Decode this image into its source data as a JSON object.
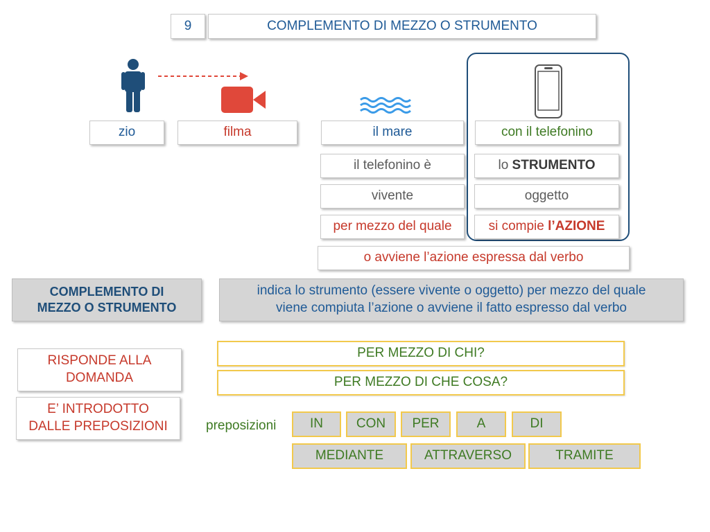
{
  "header": {
    "number": "9",
    "title": "COMPLEMENTO DI MEZZO O STRUMENTO"
  },
  "icons": {
    "person": "person-icon",
    "arrow": "dashed-arrow-icon",
    "camera": "video-camera-icon",
    "waves": "waves-icon",
    "phone": "smartphone-icon"
  },
  "sentence": {
    "subject": "zio",
    "verb": "filma",
    "object": "il mare",
    "complement": "con il telefonino"
  },
  "analysis": {
    "left": {
      "row1": "il telefonino è",
      "row2": "vivente",
      "row3": "per mezzo del quale"
    },
    "right": {
      "row1_prefix": "lo ",
      "row1_bold": "STRUMENTO",
      "row2": "oggetto",
      "row3_prefix": "si compie ",
      "row3_bold": "l’AZIONE"
    },
    "footer": "o avviene l’azione espressa dal verbo"
  },
  "definition": {
    "term_line1": "COMPLEMENTO DI",
    "term_line2": "MEZZO O STRUMENTO",
    "text_line1": "indica lo strumento (essere vivente o oggetto) per mezzo del quale",
    "text_line2": "viene compiuta l’azione o avviene il fatto espresso dal verbo"
  },
  "questions": {
    "label_line1": "RISPONDE ALLA",
    "label_line2": "DOMANDA",
    "q1": "PER MEZZO DI CHI?",
    "q2": "PER MEZZO DI CHE COSA?"
  },
  "prepositions": {
    "label_line1": "E’ INTRODOTTO",
    "label_line2": "DALLE PREPOSIZIONI",
    "caption": "preposizioni",
    "row1": [
      "IN",
      "CON",
      "PER",
      "A",
      "DI"
    ],
    "row2": [
      "MEDIANTE",
      "ATTRAVERSO",
      "TRAMITE"
    ]
  },
  "colors": {
    "blue": "#1f5a96",
    "red": "#c6392b",
    "green": "#3e7a23",
    "frame": "#1f4e79",
    "yellow_border": "#f2c94c",
    "waves": "#3b9be8"
  }
}
